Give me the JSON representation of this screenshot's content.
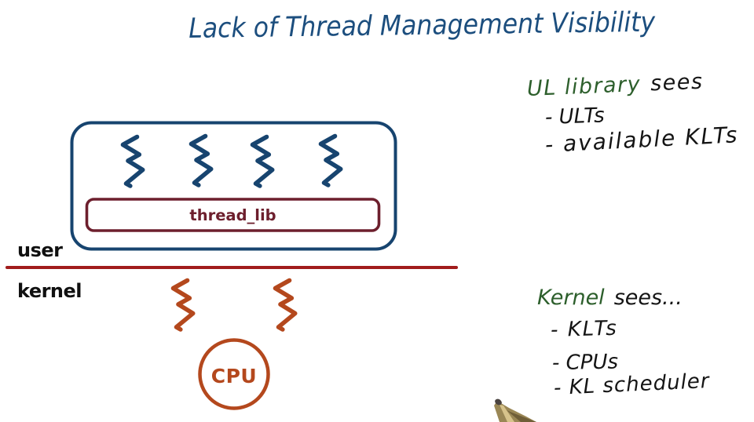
{
  "title": "Lack of Thread Management Visibility",
  "colors": {
    "background": "#ffffff",
    "ink_blue": "#1c4e7e",
    "ink_maroon": "#6d1f2d",
    "ink_red": "#a11c1c",
    "ink_orange": "#b4481d",
    "ink_green": "#2d5f2c",
    "ink_black": "#141414"
  },
  "diagram": {
    "user_label": "user",
    "kernel_label": "kernel",
    "thread_lib_label": "thread_lib",
    "cpu_label": "CPU",
    "user_level_thread_count": 4,
    "kernel_level_thread_count": 2
  },
  "notes": {
    "ul_library": {
      "heading_highlight": "UL library",
      "heading_rest": "sees",
      "items": [
        "- ULTs",
        "- available KLTs"
      ]
    },
    "kernel": {
      "heading_highlight": "Kernel",
      "heading_rest": "sees...",
      "items": [
        "- KLTs",
        "- CPUs",
        "- KL scheduler"
      ]
    }
  },
  "icons": {
    "user_thread": "blue-squiggle",
    "kernel_thread": "orange-squiggle",
    "cursor": "pen-tip"
  }
}
